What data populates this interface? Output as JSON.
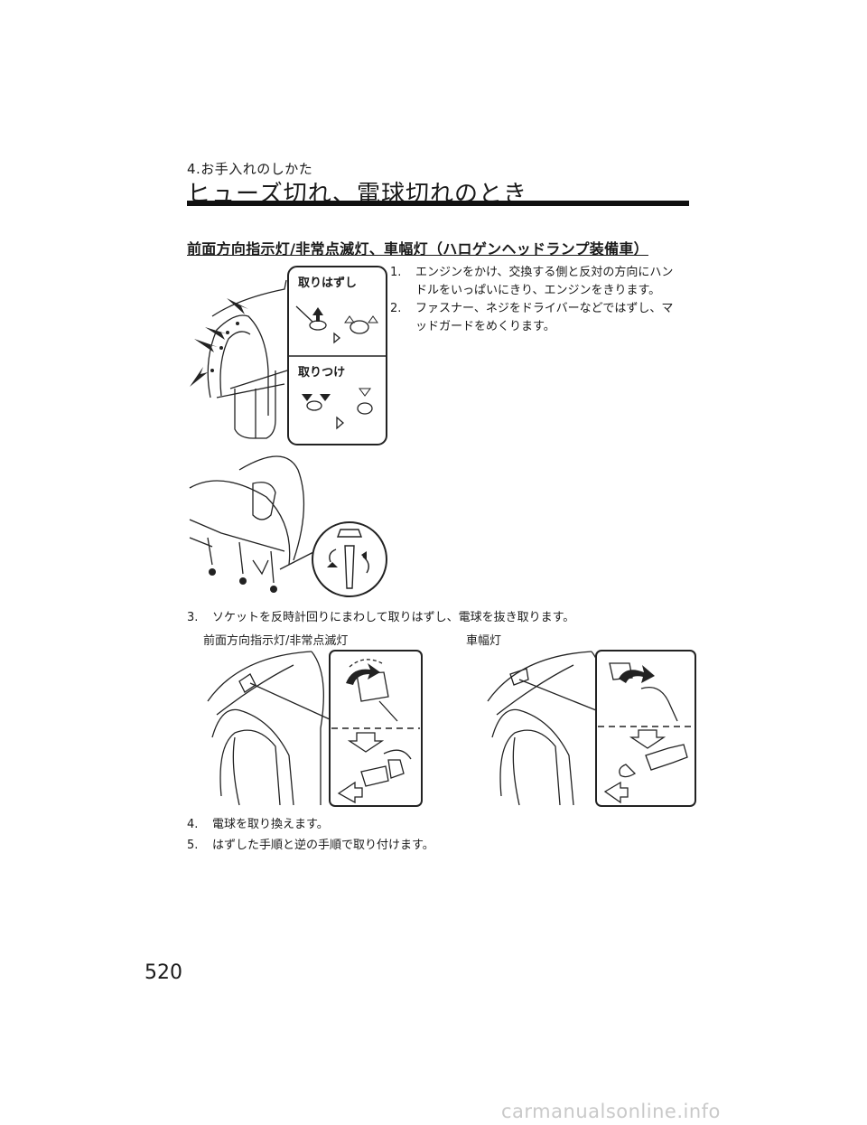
{
  "header": {
    "chapter": "4.お手入れのしかた",
    "title": "ヒューズ切れ、電球切れのとき"
  },
  "section": {
    "heading": "前面方向指示灯/非常点滅灯、車幅灯（ハロゲンヘッドランプ装備車）"
  },
  "steps": [
    {
      "number": "1.",
      "text": "エンジンをかけ、交換する側と反対の方向にハン",
      "text_cont": "ドルをいっぱいにきり、エンジンをきります。"
    },
    {
      "number": "2.",
      "text": "ファスナー、ネジをドライバーなどではずし、マ",
      "text_cont": "ッドガードをめくります。"
    },
    {
      "number": "3.",
      "text": "ソケットを反時計回りにまわして取りはずし、電球を抜き取ります。"
    },
    {
      "number": "4.",
      "text": "電球を取り換えます。"
    },
    {
      "number": "5.",
      "text": "はずした手順と逆の手順で取り付けます。"
    }
  ],
  "figure1": {
    "remove_label": "取りはずし",
    "install_label": "取りつけ"
  },
  "figure3": {
    "left_caption": "前面方向指示灯/非常点滅灯",
    "right_caption": "車幅灯"
  },
  "page_number": "520",
  "watermark": "carmanualsonline.info",
  "colors": {
    "ink": "#1a1a1a",
    "rule": "#111111",
    "watermark": "#c9c9c9"
  }
}
